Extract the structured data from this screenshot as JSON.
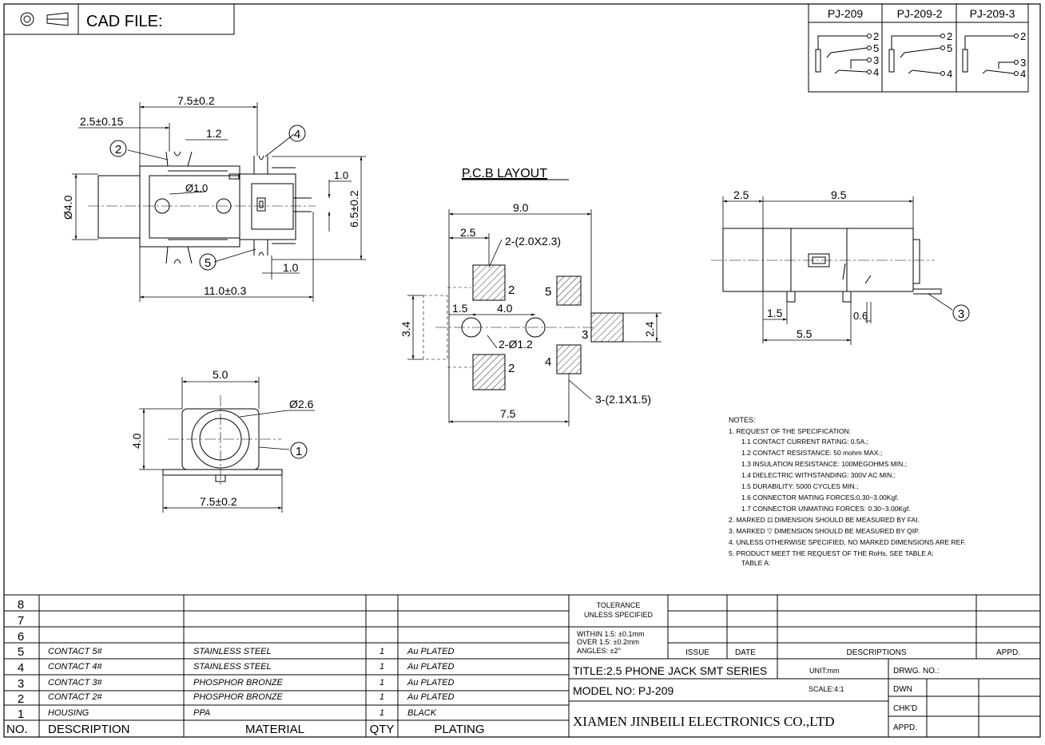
{
  "header": {
    "cad_label": "CAD FILE:",
    "variants": [
      "PJ-209",
      "PJ-209-2",
      "PJ-209-3"
    ],
    "variant_pins": [
      [
        "2",
        "5",
        "3",
        "4"
      ],
      [
        "2",
        "5",
        "4"
      ],
      [
        "2",
        "3",
        "4"
      ]
    ]
  },
  "top_view": {
    "dim_overall_width": "7.5±0.2",
    "dim_pitch": "2.5±0.15",
    "dim_lead": "1.2",
    "dim_hole": "Ø1.0",
    "dim_dia": "Ø4.0",
    "dim_tail": "1.0",
    "dim_height": "6.5±0.2",
    "dim_bottom_lead": "1.0",
    "dim_length": "11.0±0.3",
    "callout_2": "2",
    "callout_4": "4",
    "callout_5": "5"
  },
  "pcb": {
    "title": "P.C.B LAYOUT",
    "dim_total": "9.0",
    "dim_offset": "2.5",
    "pad_note_a": "2-(2.0X2.3)",
    "dim_15": "1.5",
    "dim_40": "4.0",
    "dim_34": "3.4",
    "dim_24": "2.4",
    "hole_note": "2-Ø1.2",
    "pad_note_b": "3-(2.1X1.5)",
    "dim_75": "7.5",
    "pin_labels": [
      "2",
      "5",
      "3",
      "2",
      "4"
    ]
  },
  "front_view": {
    "dim_width": "5.0",
    "dim_hole": "Ø2.6",
    "dim_height": "4.0",
    "dim_base": "7.5±0.2",
    "callout_1": "1"
  },
  "side_view": {
    "dim_25": "2.5",
    "dim_95": "9.5",
    "dim_15": "1.5",
    "dim_55": "5.5",
    "dim_06": "0.6",
    "callout_3": "3"
  },
  "notes": [
    "NOTES:",
    "1. REQUEST OF THE SPECIFICATION:",
    "1.1 CONTACT CURRENT RATING: 0.5A.;",
    "1.2 CONTACT RESISTANCE: 50 mohm MAX.;",
    "1.3 INSULATION RESISTANCE: 100MEGOHMS MIN.;",
    "1.4 DIELECTRIC WITHSTANDING: 300V AC MIN.;",
    "1.5 DURABILITY: 5000 CYCLES MIN.;",
    "1.6 CONNECTOR MATING FORCES:0.30~3.00Kgf.",
    "1.7 CONNECTOR UNMATING FORCES: 0.30~3.00Kgf.",
    "2. MARKED ⊡ DIMENSION SHOULD BE MEASURED BY FAI.",
    "3. MARKED ▽ DIMENSION SHOULD BE MEASURED BY QIP.",
    "4. UNLESS OTHERWISE SPECIFIED, NO MARKED DIMENSIONS ARE REF.",
    "5. PRODUCT MEET THE REQUEST OF THE RoHs, SEE TABLE A:",
    "TABLE A:"
  ],
  "bom": {
    "col_no": "NO.",
    "col_desc": "DESCRIPTION",
    "col_material": "MATERIAL",
    "col_qty": "QTY",
    "col_plating": "PLATING",
    "rows": [
      {
        "no": "8",
        "desc": "",
        "material": "",
        "qty": "",
        "plating": ""
      },
      {
        "no": "7",
        "desc": "",
        "material": "",
        "qty": "",
        "plating": ""
      },
      {
        "no": "6",
        "desc": "",
        "material": "",
        "qty": "",
        "plating": ""
      },
      {
        "no": "5",
        "desc": "CONTACT 5#",
        "material": "STAINLESS STEEL",
        "qty": "1",
        "plating": "Au PLATED"
      },
      {
        "no": "4",
        "desc": "CONTACT 4#",
        "material": "STAINLESS STEEL",
        "qty": "1",
        "plating": "Au PLATED"
      },
      {
        "no": "3",
        "desc": "CONTACT 3#",
        "material": "PHOSPHOR BRONZE",
        "qty": "1",
        "plating": "Au PLATED"
      },
      {
        "no": "2",
        "desc": "CONTACT 2#",
        "material": "PHOSPHOR BRONZE",
        "qty": "1",
        "plating": "Au PLATED"
      },
      {
        "no": "1",
        "desc": "HOUSING",
        "material": "PPA",
        "qty": "1",
        "plating": "BLACK"
      }
    ]
  },
  "title_block": {
    "tolerance_1": "TOLERANCE",
    "tolerance_2": "UNLESS SPECIFIED",
    "within": "WITHIN 1.5: ±0.1mm",
    "over": "OVER 1.5:  ±0.2mm",
    "angles": "ANGLES: ±2°",
    "issue": "ISSUE",
    "date": "DATE",
    "descriptions": "DESCRIPTIONS",
    "appd": "APPD.",
    "title": "TITLE:2.5 PHONE JACK SMT  SERIES",
    "unit": "UNIT:mm",
    "drwg_no": "DRWG. NO.:",
    "model": "MODEL  NO: PJ-209",
    "scale": "SCALE:4:1",
    "dwn": "DWN",
    "chkd": "CHK'D",
    "appd2": "APPD.",
    "company": "XIAMEN JINBEILI ELECTRONICS CO.,LTD"
  }
}
